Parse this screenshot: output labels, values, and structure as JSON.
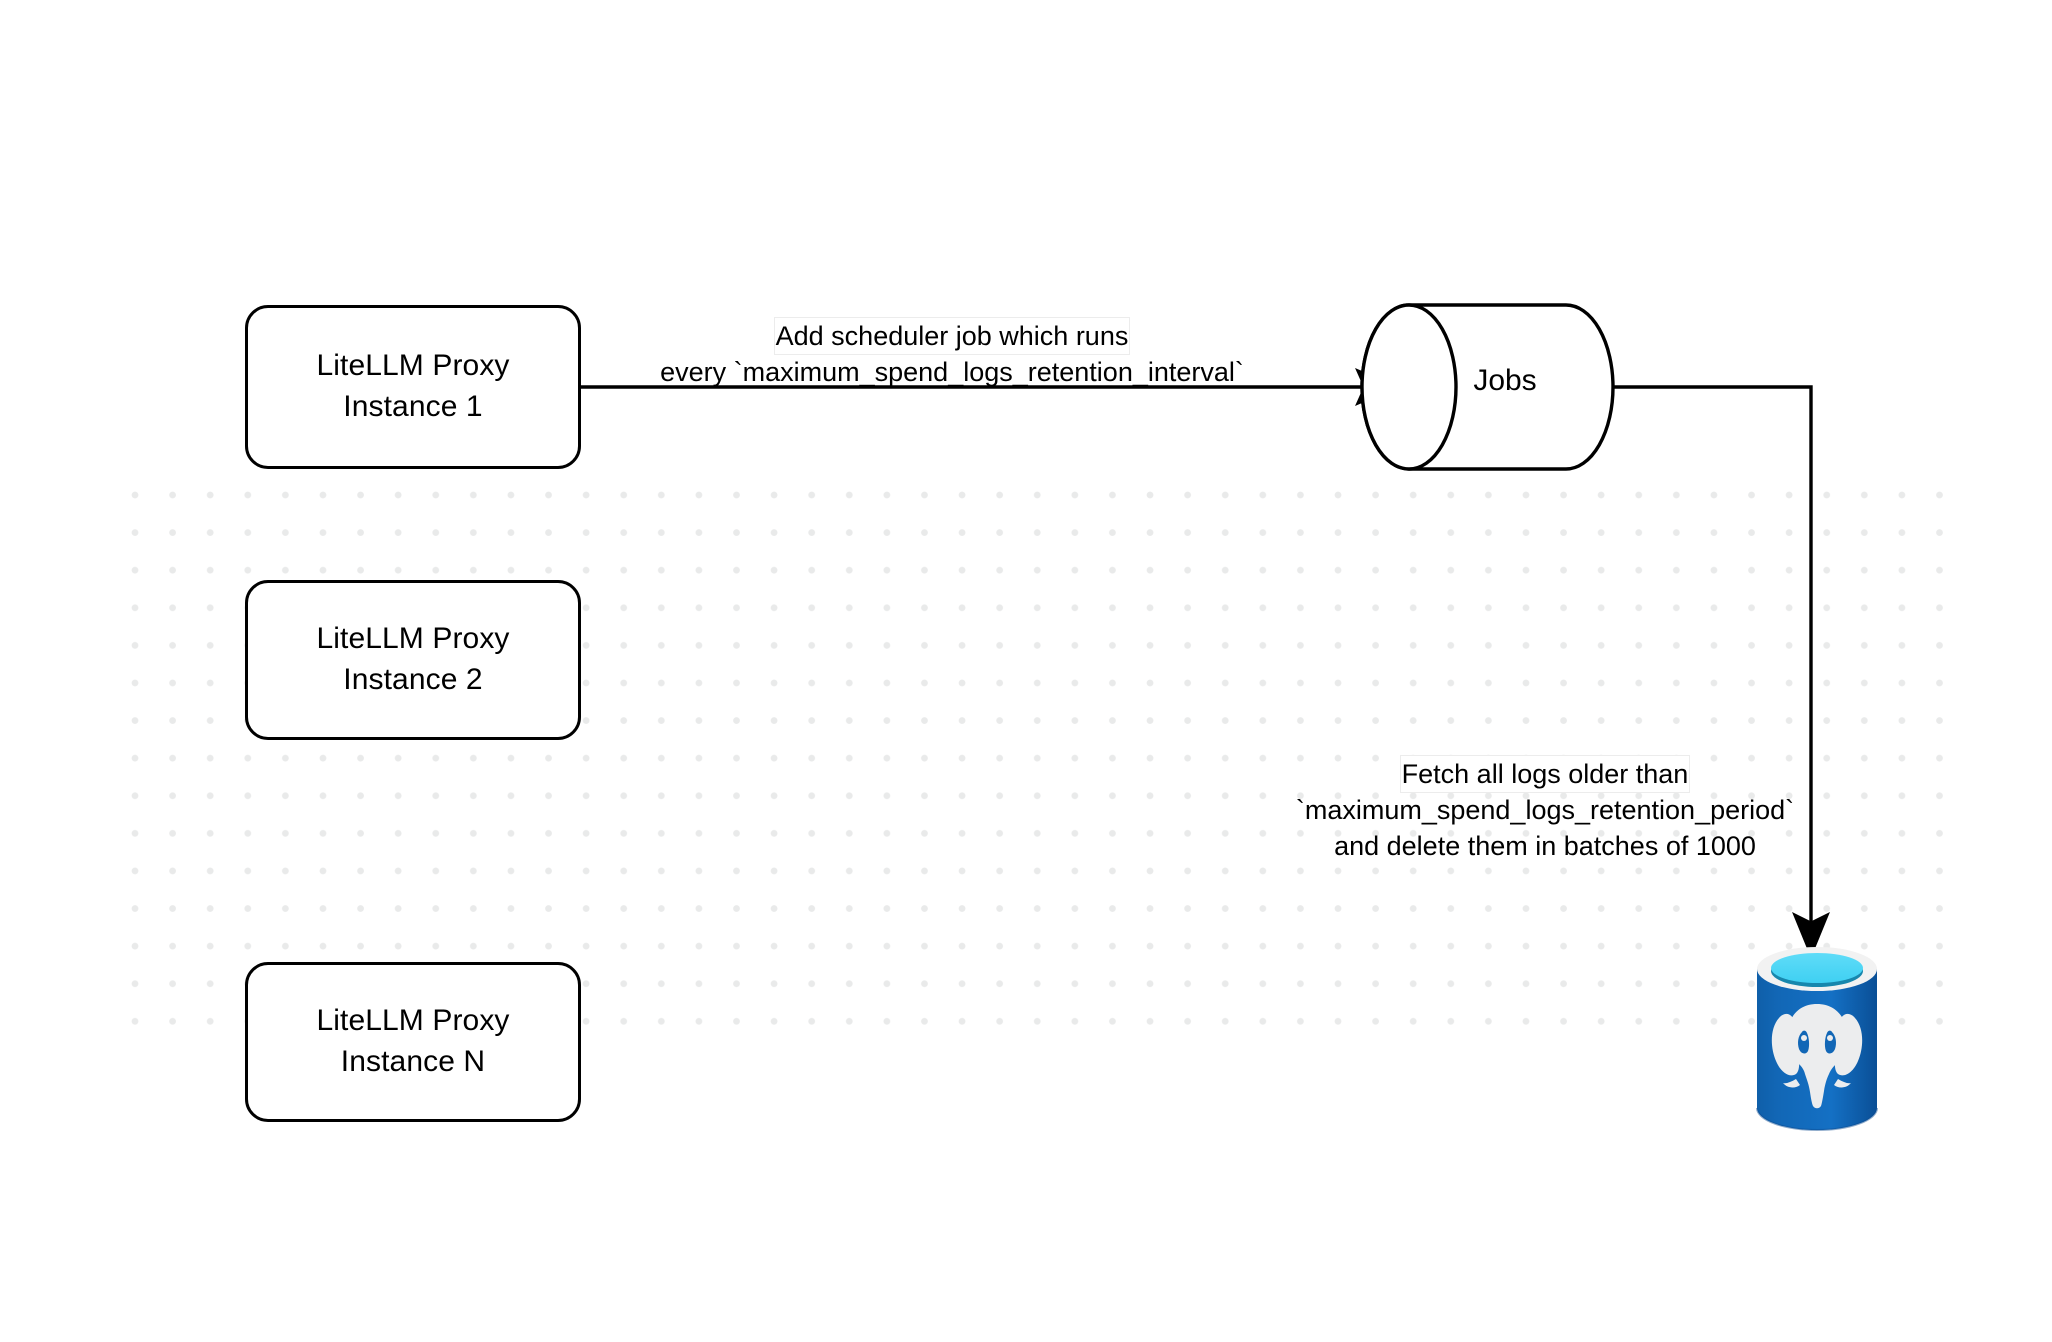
{
  "diagram": {
    "type": "flowchart",
    "title": "LiteLLM spend logs retention scheduler flow",
    "background_color": "#ffffff",
    "grid_dot_color": "#e9eaea",
    "stroke_color": "#000000"
  },
  "nodes": {
    "proxy_instances": [
      {
        "id": "proxy-1",
        "label": "LiteLLM Proxy\nInstance 1",
        "shape": "rounded-rectangle"
      },
      {
        "id": "proxy-2",
        "label": "LiteLLM Proxy\nInstance 2",
        "shape": "rounded-rectangle"
      },
      {
        "id": "proxy-n",
        "label": "LiteLLM Proxy\nInstance N",
        "shape": "rounded-rectangle"
      }
    ],
    "jobs_queue": {
      "id": "jobs",
      "label": "Jobs",
      "shape": "cylinder"
    },
    "database": {
      "id": "postgres-db",
      "icon_name": "postgresql-database-icon",
      "colors": {
        "body": "#1267b6",
        "body_dark": "#0b4f95",
        "rim": "#f2f2f2",
        "liquid": "#4dd7f5",
        "liquid_shadow": "#1787ad",
        "elephant": "#ecedee"
      }
    }
  },
  "edges": [
    {
      "id": "edge-proxy-to-jobs",
      "from": "proxy-1",
      "to": "jobs",
      "arrow": "triangle-right",
      "label_lines": [
        {
          "text": "Add scheduler job which runs",
          "highlighted": true
        },
        {
          "text": "every `maximum_spend_logs_retention_interval`",
          "highlighted": false
        }
      ]
    },
    {
      "id": "edge-jobs-to-db",
      "from": "jobs",
      "to": "postgres-db",
      "arrow": "triangle-down",
      "routing": "elbow",
      "label_lines": [
        {
          "text": "Fetch all logs older than",
          "highlighted": true
        },
        {
          "text": "`maximum_spend_logs_retention_period`",
          "highlighted": false
        },
        {
          "text": "and delete them in batches of 1000",
          "highlighted": false
        }
      ]
    }
  ]
}
